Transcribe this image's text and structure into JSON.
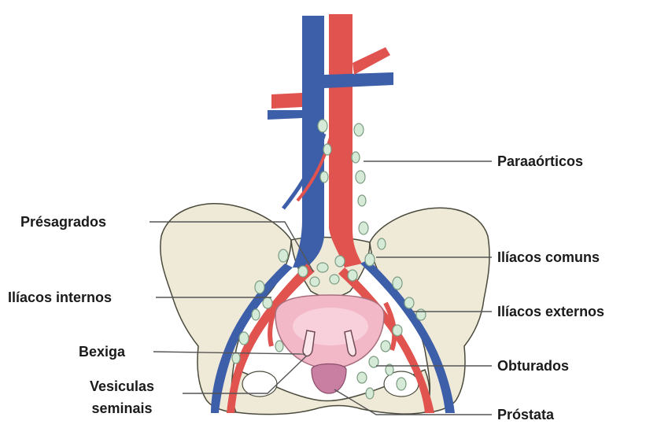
{
  "labels": {
    "paraaorticos": "Paraaórticos",
    "presagrados": "Présagrados",
    "iliacos_comuns": "Ilíacos comuns",
    "iliacos_internos": "Ilíacos internos",
    "iliacos_externos": "Ilíacos externos",
    "bexiga": "Bexiga",
    "obturados": "Obturados",
    "vesiculas_line1": "Vesiculas",
    "vesiculas_line2": "seminais",
    "prostata": "Próstata"
  },
  "colors": {
    "artery": "#e0534f",
    "vein": "#3d5ea8",
    "bone": "#efe9d7",
    "bone_outline": "#4a4a3c",
    "node": "#d6ead8",
    "node_outline": "#7c9c82",
    "bladder": "#f2b8c8",
    "prostate": "#c97fa2",
    "leader_line": "#555555"
  }
}
